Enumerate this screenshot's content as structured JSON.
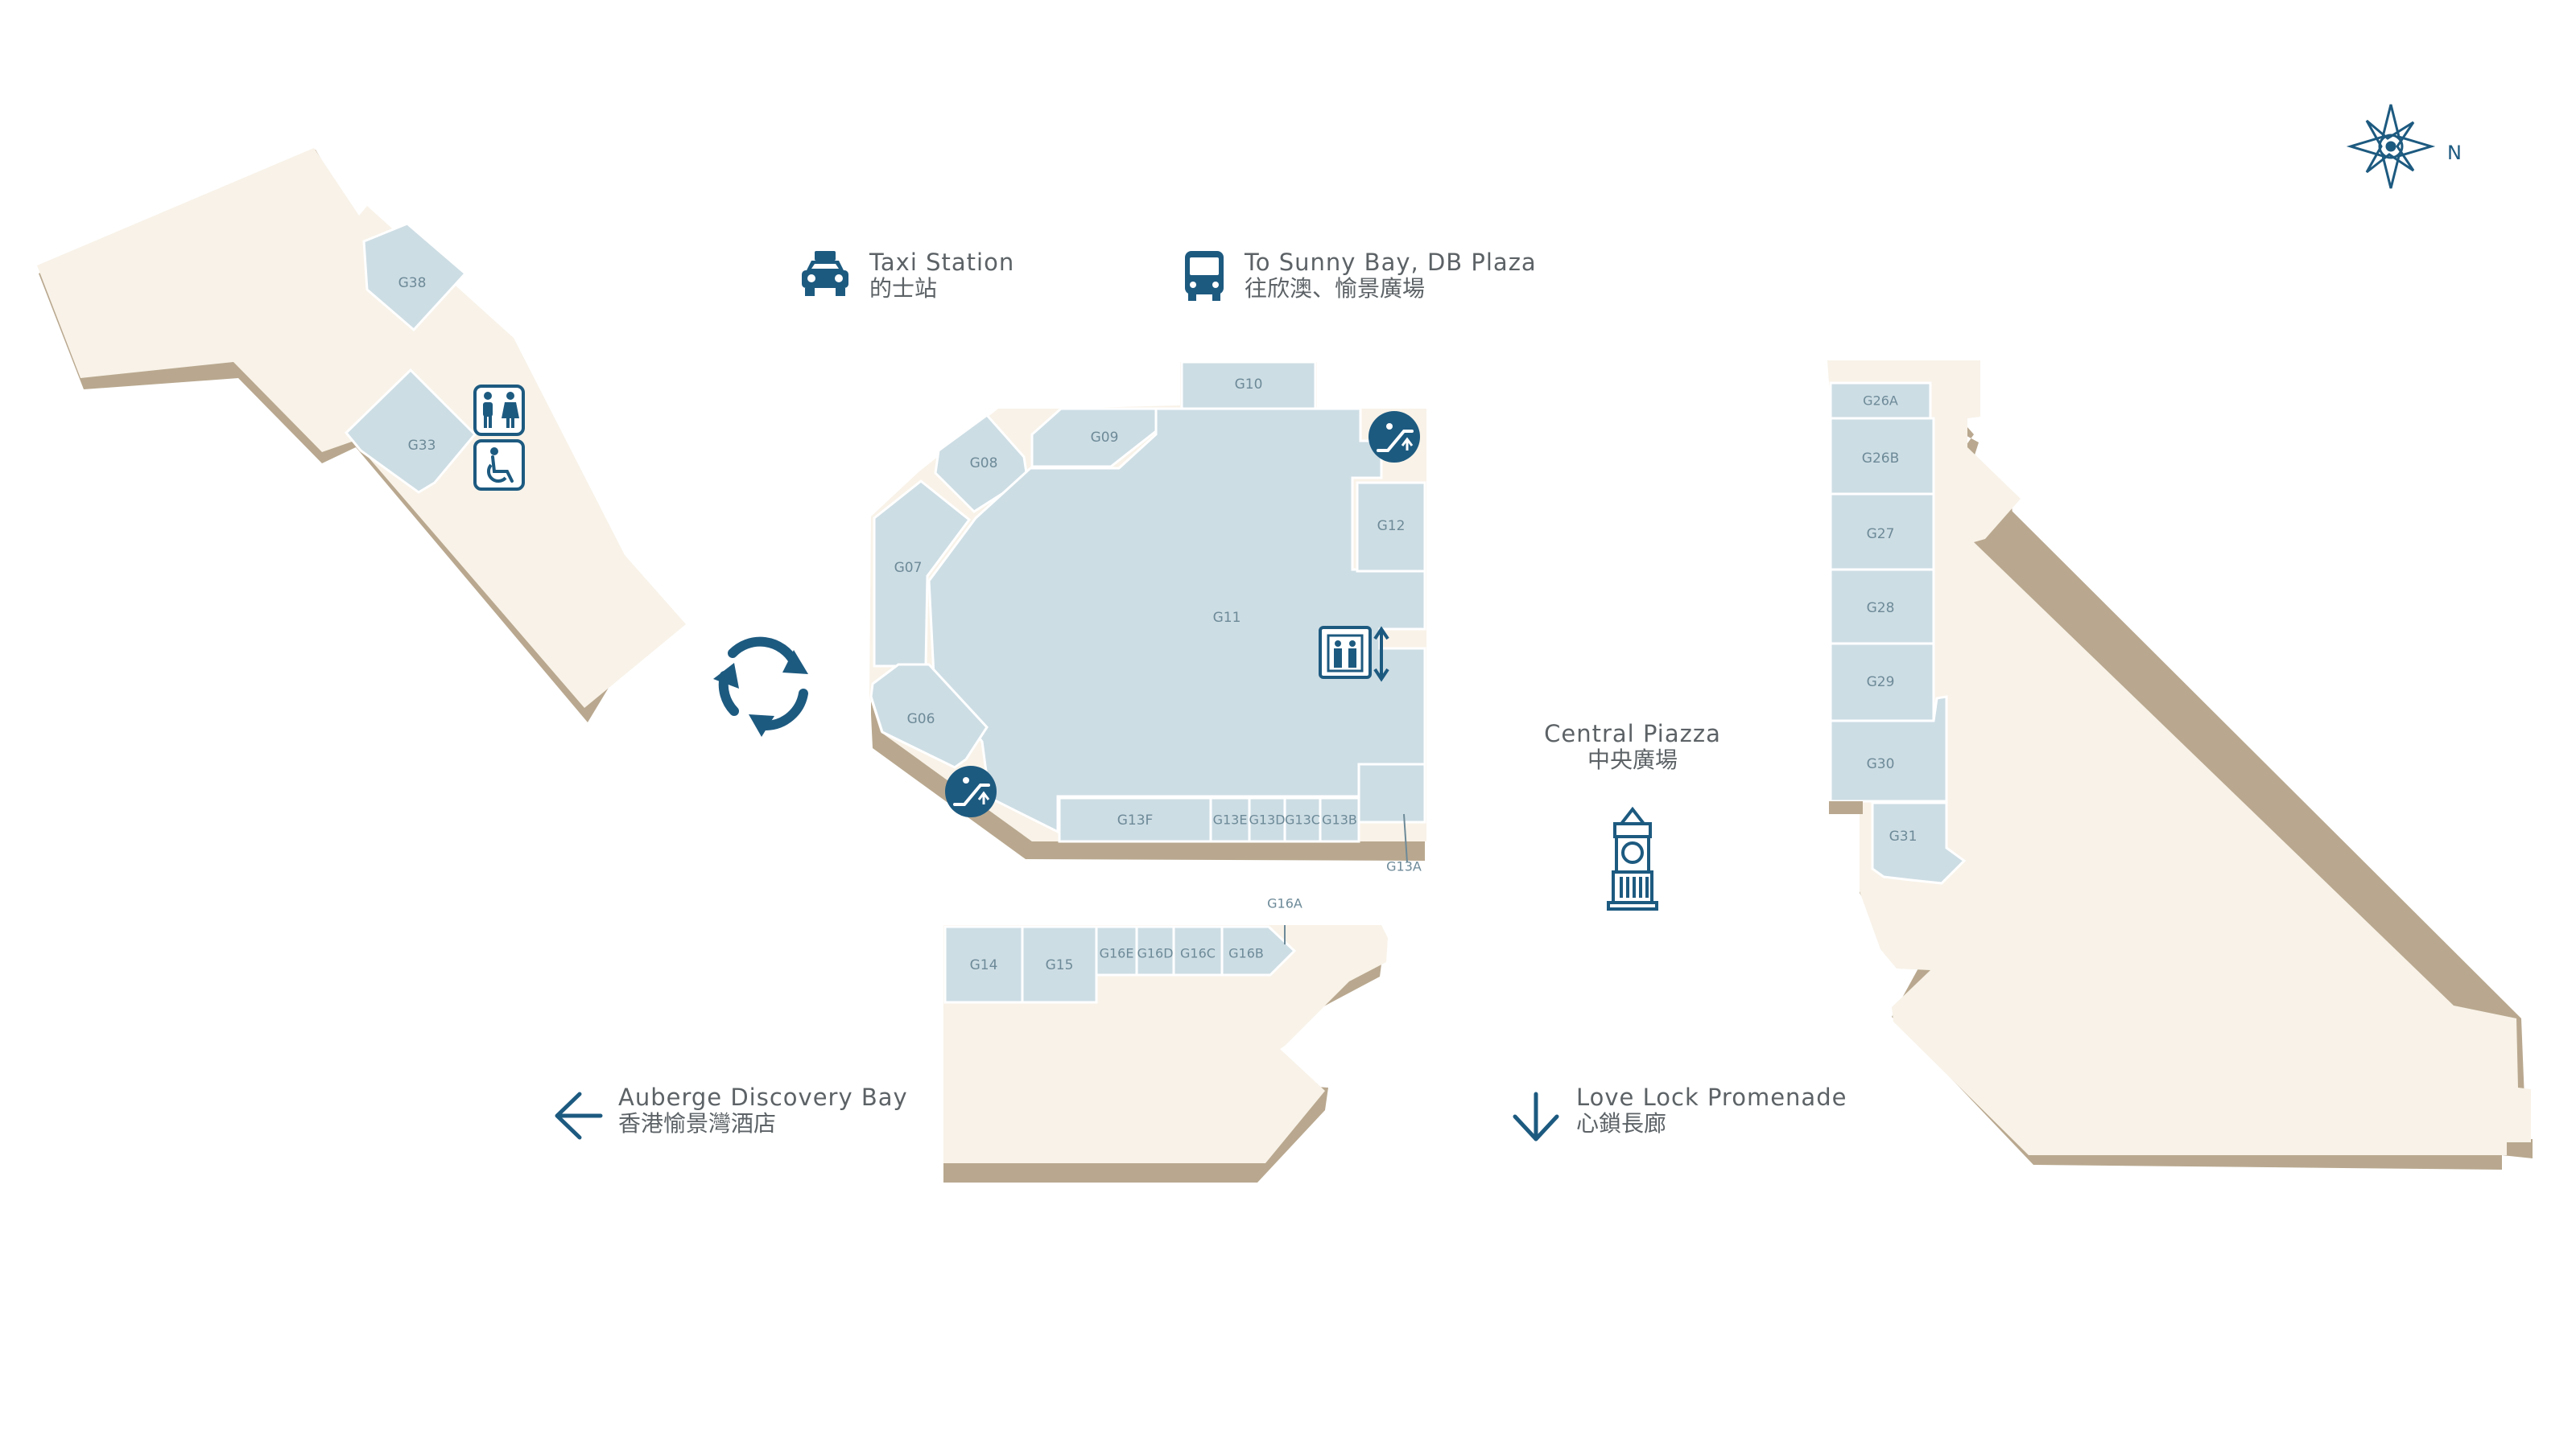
{
  "compass": {
    "north_label": "N",
    "icon": "compass-rose-icon"
  },
  "landmarks": {
    "taxi": {
      "en": "Taxi Station",
      "zh": "的士站",
      "icon": "taxi-icon"
    },
    "bus": {
      "en": "To Sunny Bay, DB Plaza",
      "zh": "往欣澳、愉景廣場",
      "icon": "bus-icon"
    },
    "piazza": {
      "en": "Central Piazza",
      "zh": "中央廣場",
      "icon": "clock-tower-icon"
    },
    "auberge": {
      "en": "Auberge Discovery Bay",
      "zh": "香港愉景灣酒店",
      "icon": "arrow-left-icon"
    },
    "lovelock": {
      "en": "Love Lock Promenade",
      "zh": "心鎖長廊",
      "icon": "arrow-down-icon"
    }
  },
  "units": {
    "g38": "G38",
    "g33": "G33",
    "g10": "G10",
    "g09": "G09",
    "g08": "G08",
    "g07": "G07",
    "g11": "G11",
    "g12": "G12",
    "g06": "G06",
    "g13f": "G13F",
    "g13e": "G13E",
    "g13d": "G13D",
    "g13c": "G13C",
    "g13b": "G13B",
    "g13a": "G13A",
    "g14": "G14",
    "g15": "G15",
    "g16e": "G16E",
    "g16d": "G16D",
    "g16c": "G16C",
    "g16b": "G16B",
    "g16a": "G16A",
    "g26a": "G26A",
    "g26b": "G26B",
    "g27": "G27",
    "g28": "G28",
    "g29": "G29",
    "g30": "G30",
    "g31": "G31"
  },
  "colors": {
    "floor": "#f8f2e8",
    "shadow": "#b9a88f",
    "unit": "#cddde4",
    "unit_border": "#ffffff",
    "accent": "#1d5a80",
    "text": "#5c6266"
  }
}
